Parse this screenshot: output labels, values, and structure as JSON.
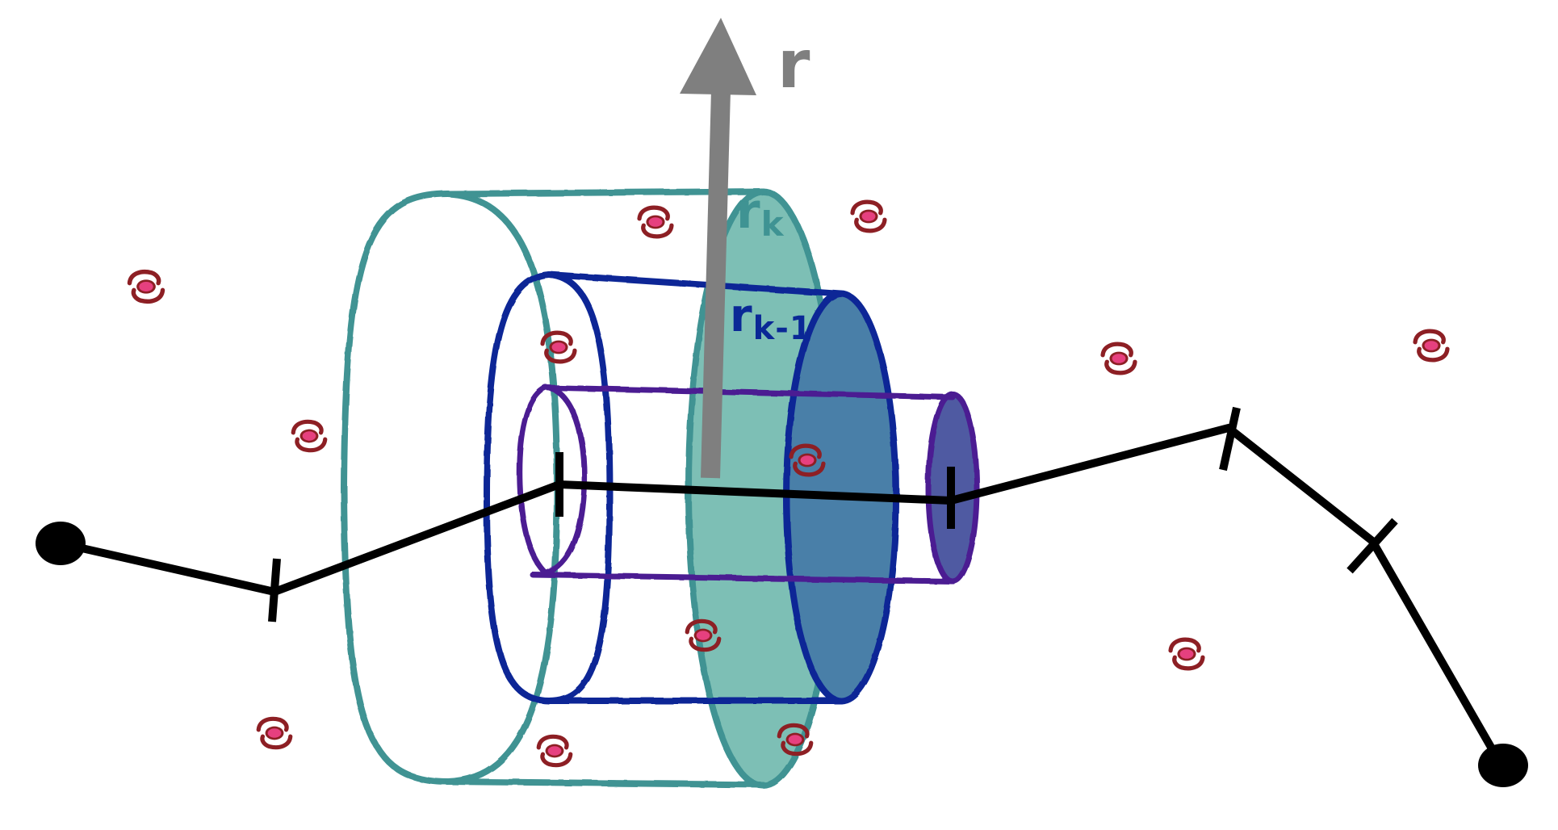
{
  "labels": {
    "r": "r",
    "r_k": "r",
    "r_k_sub": "k",
    "r_k1": "r",
    "r_k1_sub": "k-1"
  },
  "colors": {
    "background": "#ffffff",
    "arrow": "#7f7f7f",
    "outer_cylinder": "#3f9393",
    "outer_cylinder_fill": "#7dbfb5",
    "middle_cylinder": "#0a2896",
    "middle_cylinder_fill": "#4a7fa8",
    "inner_cylinder": "#4b1f92",
    "inner_cylinder_fill": "#4f5aa2",
    "path": "#000000",
    "galaxy_outer": "#8d1f24",
    "galaxy_inner": "#e6407f"
  },
  "icons": {
    "galaxy": "galaxy-icon",
    "endpoint": "endpoint-icon",
    "tick": "tick-icon"
  }
}
